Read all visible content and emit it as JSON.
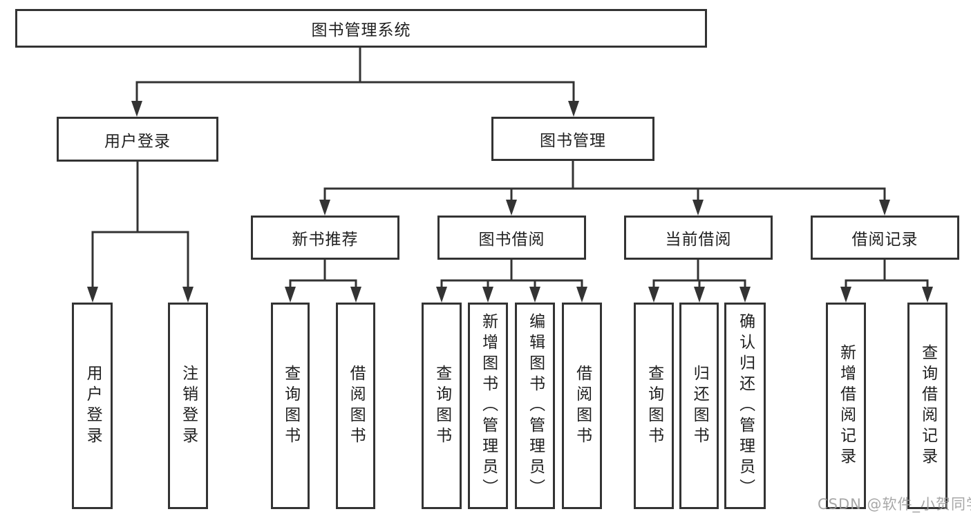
{
  "colors": {
    "line": "#333333",
    "text": "#1f1f1f",
    "background": "#ffffff",
    "watermark": "#9b9b9b"
  },
  "watermark": {
    "text": "CSDN @软件_小贺同学"
  },
  "tree": {
    "root": {
      "label": "图书管理系统",
      "children": [
        {
          "label": "用户登录",
          "children": [
            {
              "label": "用户登录"
            },
            {
              "label": "注销登录"
            }
          ]
        },
        {
          "label": "图书管理",
          "children": [
            {
              "label": "新书推荐",
              "children": [
                {
                  "label": "查询图书"
                },
                {
                  "label": "借阅图书"
                }
              ]
            },
            {
              "label": "图书借阅",
              "children": [
                {
                  "label": "查询图书"
                },
                {
                  "label": "新增图书（管理员）"
                },
                {
                  "label": "编辑图书（管理员）"
                },
                {
                  "label": "借阅图书"
                }
              ]
            },
            {
              "label": "当前借阅",
              "children": [
                {
                  "label": "查询图书"
                },
                {
                  "label": "归还图书"
                },
                {
                  "label": "确认归还（管理员）"
                }
              ]
            },
            {
              "label": "借阅记录",
              "children": [
                {
                  "label": "新增借阅记录"
                },
                {
                  "label": "查询借阅记录"
                }
              ]
            }
          ]
        }
      ]
    }
  }
}
